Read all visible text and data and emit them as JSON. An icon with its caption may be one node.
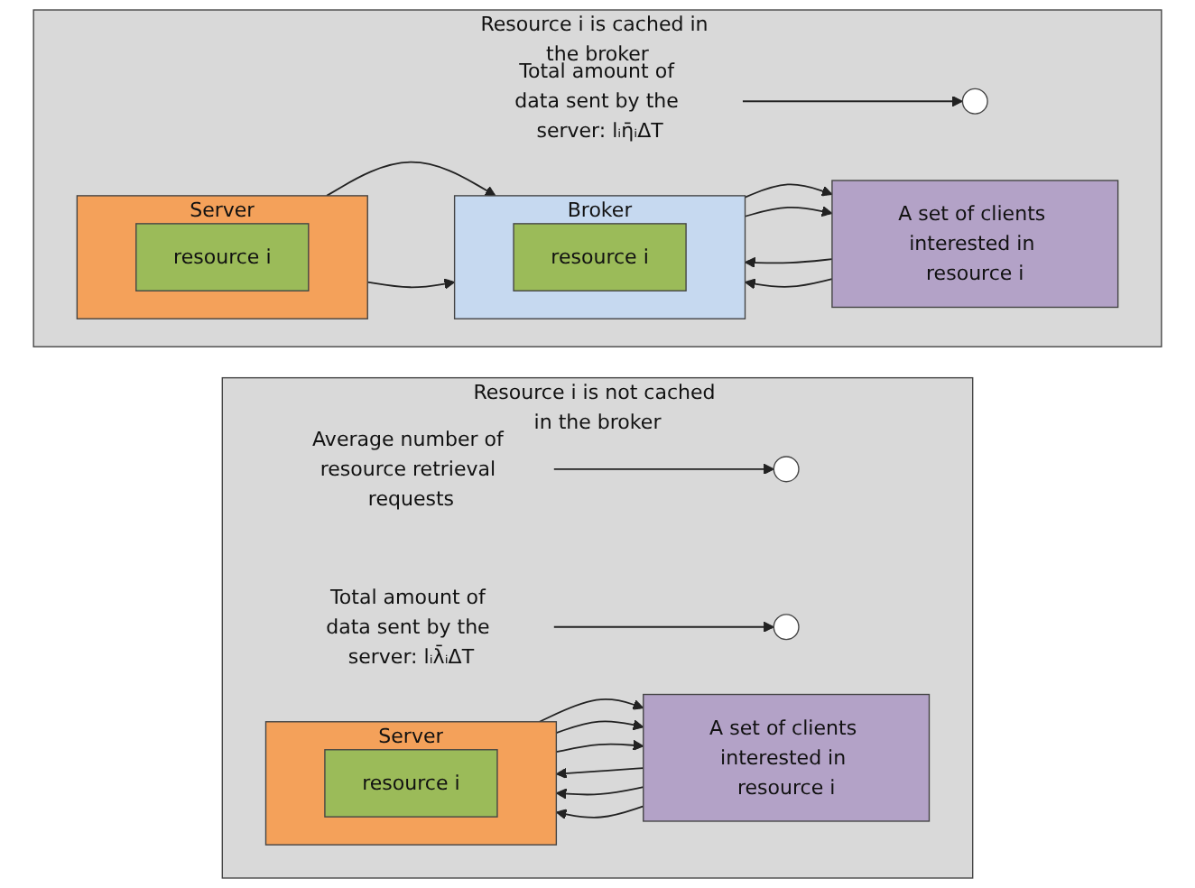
{
  "diagram": {
    "nodes": [
      {
        "text": [
          "Resource i is not cached in the broker"
        ]
      },
      {
        "text": [
          "Server"
        ],
        "in": 0
      },
      {
        "text": [
          "resource i"
        ],
        "in": 1
      },
      {
        "text": [
          "A set of clients interested in resource i"
        ],
        "in": 0
      },
      {
        "text": [],
        "shape": "ellipse",
        "in": 0
      },
      {
        "text": [],
        "shape": "ellipse",
        "in": 0
      },
      {
        "text": [
          "Average number of resource retrieval requests"
        ],
        "in": 0
      },
      {
        "text": [
          "Total amount of data sent by the server: lᵢλ̄ᵢΔT"
        ],
        "in": 0
      },
      {
        "text": [
          "Resource i is cached in the broker"
        ]
      },
      {
        "text": [
          "Server"
        ],
        "in": 8
      },
      {
        "text": [
          "resource i"
        ],
        "in": 9
      },
      {
        "text": [],
        "shape": "ellipse",
        "in": 8
      },
      {
        "text": [
          "Total amount of data sent by the server: lᵢη̄ᵢΔT"
        ],
        "in": 8
      },
      {
        "text": [
          "Broker"
        ],
        "in": 8
      },
      {
        "text": [
          "resource i"
        ],
        "in": 13
      },
      {
        "text": [
          "A set of clients interested in resource i"
        ],
        "in": 8
      }
    ],
    "edges": [
      {
        "from": 3,
        "to": 1,
        "arrow": "to"
      },
      {
        "from": 3,
        "to": 1,
        "arrow": "to"
      },
      {
        "from": 3,
        "to": 1,
        "arrow": "to"
      },
      {
        "from": 1,
        "to": 3,
        "arrow": "to"
      },
      {
        "from": 1,
        "to": 3,
        "arrow": "to"
      },
      {
        "from": 1,
        "to": 3,
        "arrow": "to"
      },
      {
        "from": 6,
        "to": 4,
        "arrow": "to"
      },
      {
        "from": 7,
        "to": 5,
        "arrow": "to"
      },
      {
        "from": 12,
        "to": 11,
        "arrow": "to"
      },
      {
        "from": 9,
        "to": 13,
        "arrow": "to"
      },
      {
        "from": 9,
        "to": 13,
        "arrow": "to"
      },
      {
        "from": 15,
        "to": 13,
        "arrow": "to"
      },
      {
        "from": 15,
        "to": 13,
        "arrow": "to"
      },
      {
        "from": 13,
        "to": 15,
        "arrow": "to"
      },
      {
        "from": 13,
        "to": 15,
        "arrow": "to"
      }
    ]
  }
}
